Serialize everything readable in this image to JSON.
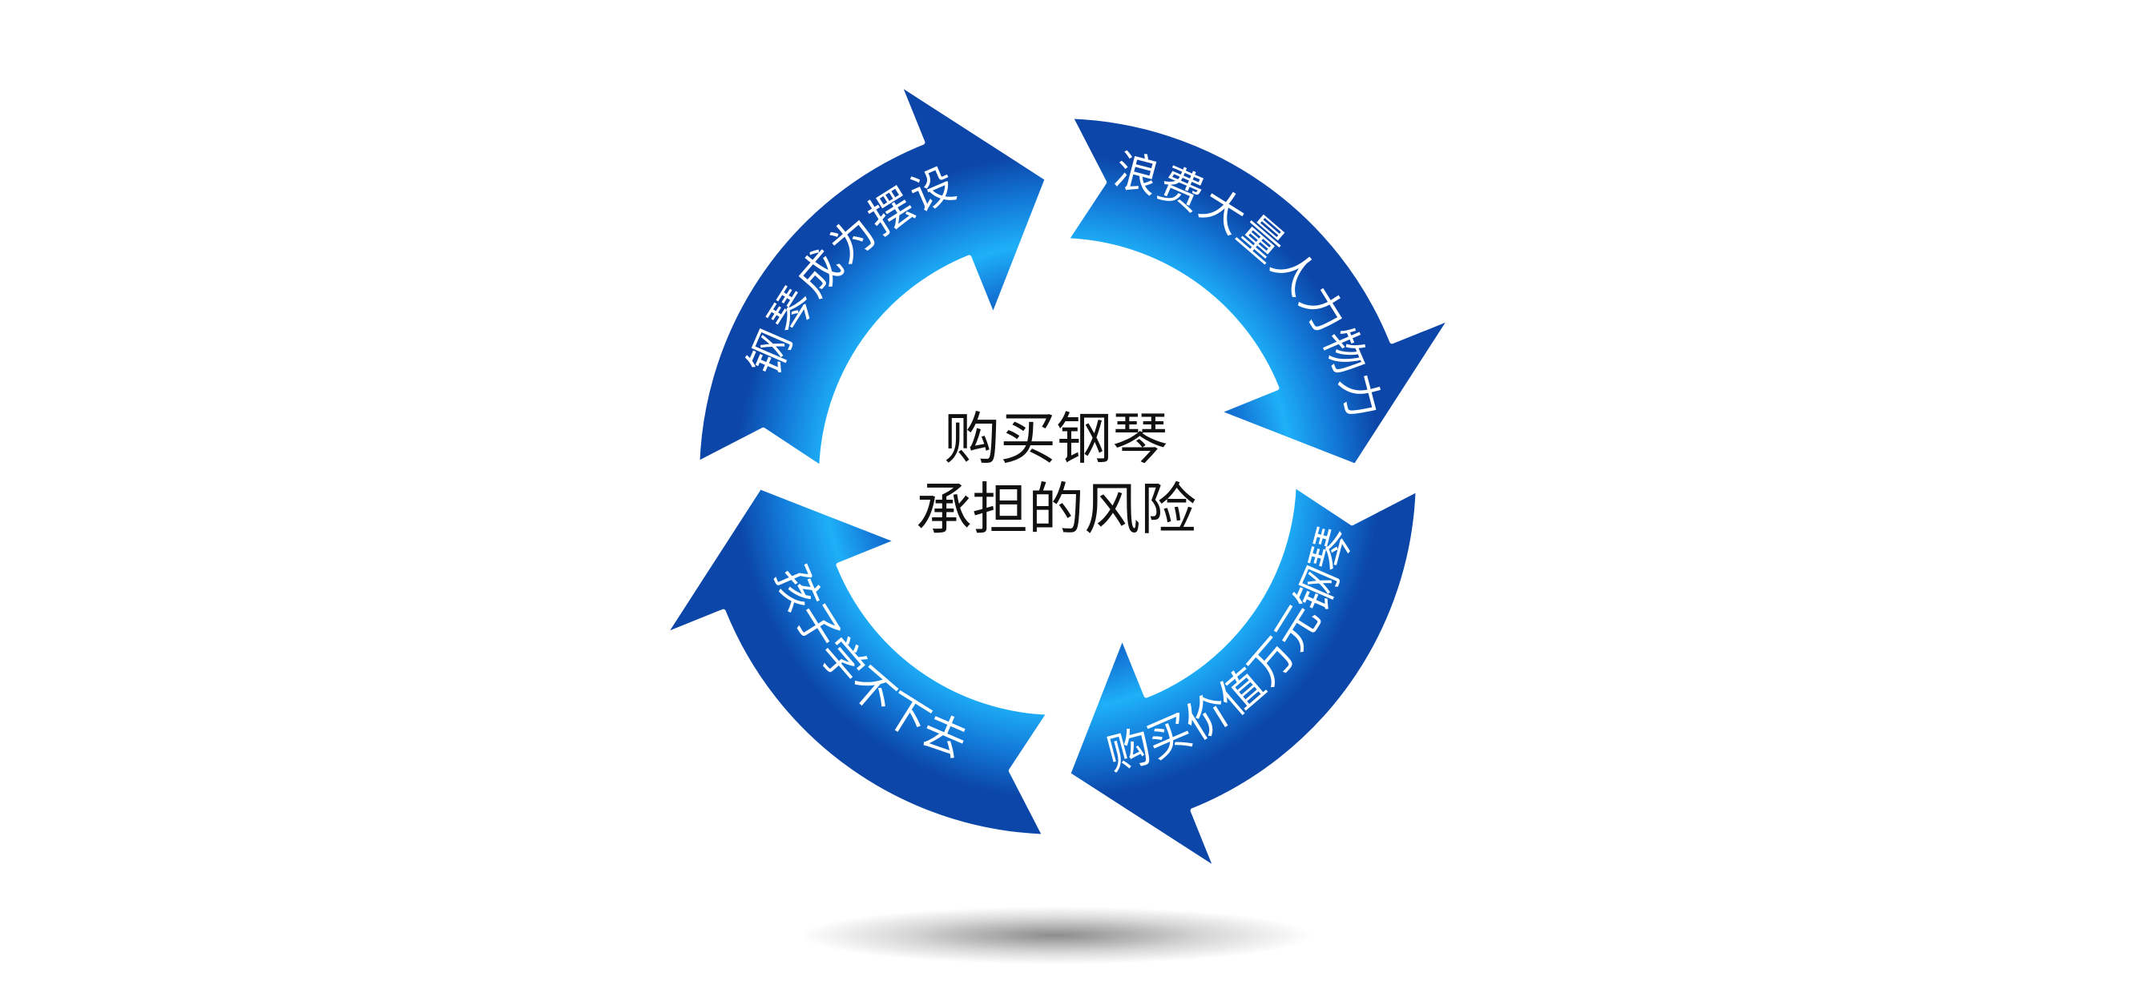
{
  "center": {
    "line1": "购买钢琴",
    "line2": "承担的风险"
  },
  "steps": [
    {
      "label": "钢琴成为摆设"
    },
    {
      "label": "浪费大量人力物力"
    },
    {
      "label": "购买价值万元钢琴"
    },
    {
      "label": "孩子学不下去"
    }
  ],
  "colors": {
    "arrow_dark": "#0a4fb4",
    "arrow_light": "#19a4f5",
    "center_text": "#111111"
  }
}
